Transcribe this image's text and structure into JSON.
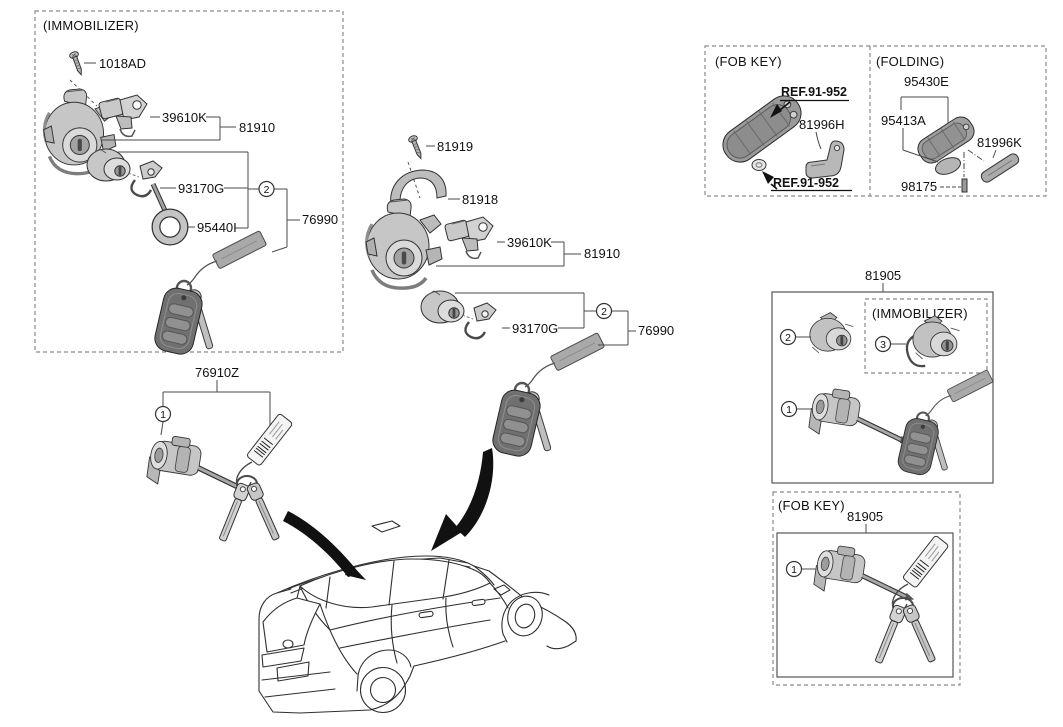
{
  "colors": {
    "line": "#333333",
    "arrow": "#111111",
    "box_dash": "#8a8a8a",
    "part_fill": "#c6c6c6",
    "fob_fill": "#707070"
  },
  "immobilizer_box": {
    "title": "(IMMOBILIZER)",
    "screw": "1018AD",
    "antenna": "39610K",
    "antenna_assembly": "81910",
    "lock_cylinder": "93170G",
    "ring": "95440I",
    "key_sub_set": "76990",
    "callout_2": "2"
  },
  "steering_lock_group": {
    "screw": "81919",
    "bracket": "81918",
    "antenna": "39610K",
    "antenna_assembly": "81910",
    "lock_cylinder": "93170G",
    "key_sub_set": "76990",
    "callout_2": "2"
  },
  "fob_key_box": {
    "title": "(FOB KEY)",
    "ref_transmitter": "REF.91-952",
    "ref_battery": "REF.91-952",
    "blade_key": "81996H"
  },
  "folding_box": {
    "title": "(FOLDING)",
    "transmitter": "95430E",
    "cover": "95413A",
    "blade_key": "81996K",
    "battery": "98175"
  },
  "lock_key_set_box": {
    "title": "81905",
    "inner_title": "(IMMOBILIZER)",
    "callout_1": "1",
    "callout_2": "2",
    "callout_3": "3"
  },
  "fob_lock_set_box": {
    "title": "(FOB KEY)",
    "set_number": "81905",
    "callout_1": "1"
  },
  "door_lock_group": {
    "set_number": "76910Z",
    "callout_1": "1"
  }
}
